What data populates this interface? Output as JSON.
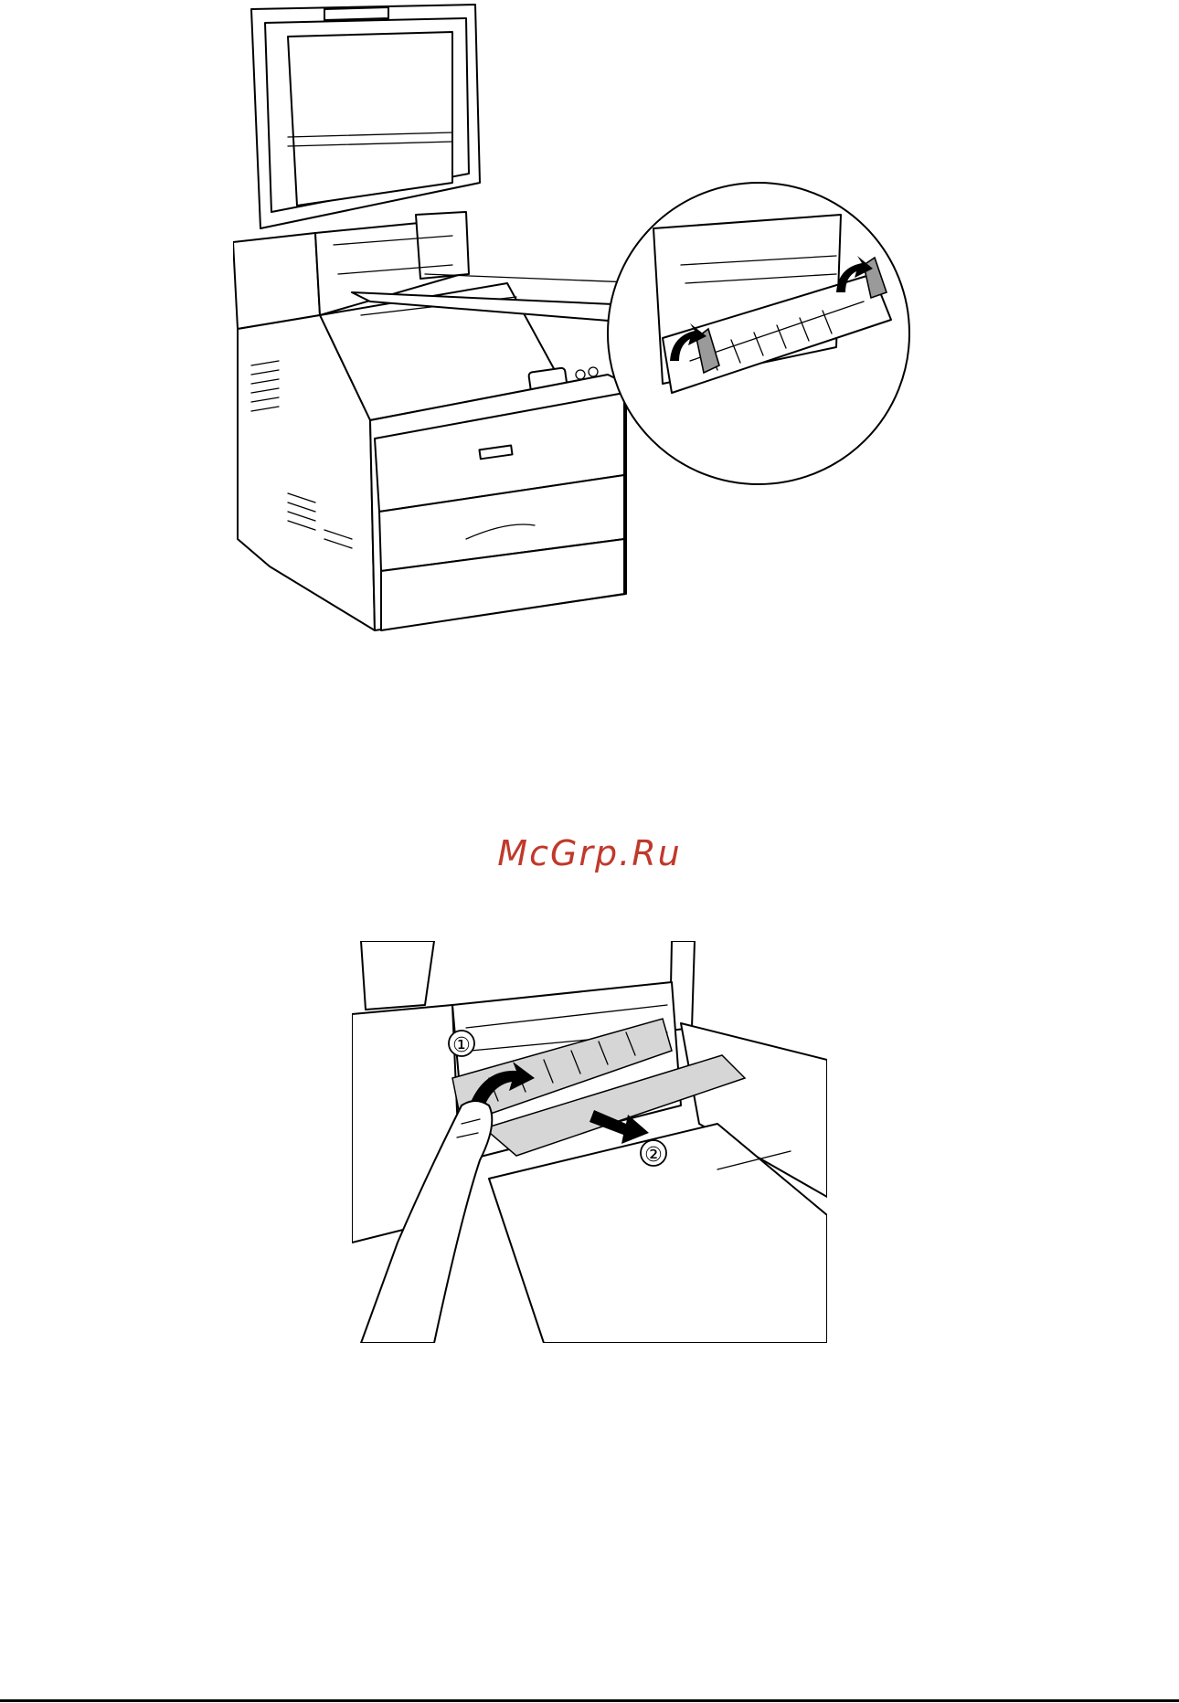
{
  "watermark": "McGrp.Ru",
  "figures": {
    "top": {
      "subject": "printer-with-scanner-lid-raised-fuser-levers-zoom"
    },
    "bottom": {
      "subject": "hand-lifting-fuser-lever-and-pulling-jammed-paper",
      "callouts": [
        "①",
        "②"
      ]
    }
  },
  "colors": {
    "line": "#000000",
    "watermark": "#c0392b",
    "paper_gray": "#d6d6d6",
    "lever_gray": "#9a9a9a"
  }
}
